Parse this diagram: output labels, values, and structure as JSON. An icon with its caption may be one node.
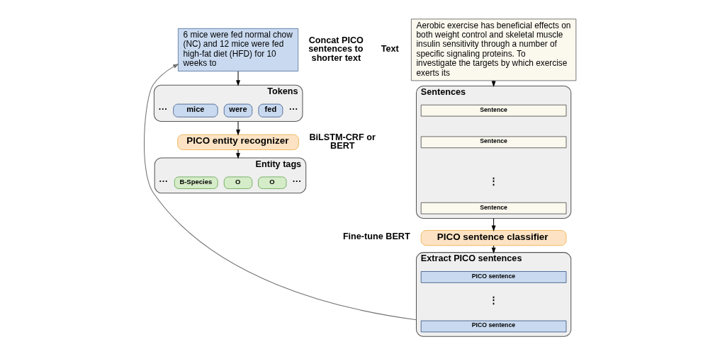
{
  "diagram": {
    "nodes": [
      {
        "text": [
          "Aerobic exercise has beneficial effects on both weight control and skeletal muscle insulin sensitivity through a number of specific signaling proteins. To investigate the targets by which exercise exerts its"
        ],
        "beside": [
          "Text"
        ]
      },
      {
        "text": [],
        "shape": "box",
        "beside": [
          "Sentences"
        ]
      },
      {
        "text": [
          "Sentence"
        ],
        "in": 1
      },
      {
        "text": [
          "Sentence"
        ],
        "in": 1
      },
      {
        "text": [
          "Sentence"
        ],
        "in": 1
      },
      {
        "text": [
          "PICO sentence classifier"
        ],
        "beside": [
          "Fine-tune BERT"
        ]
      },
      {
        "text": [],
        "shape": "box",
        "beside": [
          "Extract PICO sentences"
        ]
      },
      {
        "text": [
          "PICO sentence"
        ],
        "in": 6
      },
      {
        "text": [
          "PICO sentence"
        ],
        "in": 6
      },
      {
        "text": [
          "6 mice were fed normal chow (NC) and 12 mice were fed high-fat diet (HFD) for 10 weeks to"
        ],
        "beside": [
          "Concat PICO sentences to shorter text"
        ]
      },
      {
        "text": [],
        "shape": "box",
        "beside": [
          "Tokens"
        ]
      },
      {
        "text": [
          "mice"
        ],
        "in": 10
      },
      {
        "text": [
          "were"
        ],
        "in": 10
      },
      {
        "text": [
          "fed"
        ],
        "in": 10
      },
      {
        "text": [
          "PICO entity recognizer"
        ],
        "beside": [
          "BiLSTM-CRF or BERT"
        ]
      },
      {
        "text": [],
        "shape": "box",
        "beside": [
          "Entity tags"
        ]
      },
      {
        "text": [
          "B-Species"
        ],
        "in": 15
      },
      {
        "text": [
          "O"
        ],
        "in": 15
      },
      {
        "text": [
          "O"
        ],
        "in": 15
      }
    ],
    "edges": [
      {
        "from": 0,
        "to": 1,
        "arrow": "to"
      },
      {
        "from": 1,
        "to": 5,
        "arrow": "to"
      },
      {
        "from": 5,
        "to": 6,
        "arrow": "to"
      },
      {
        "from": 6,
        "to": 9,
        "arrow": "to",
        "color": "#707070"
      },
      {
        "from": 9,
        "to": 10,
        "arrow": "to"
      },
      {
        "from": 10,
        "to": 14,
        "arrow": "to"
      },
      {
        "from": 14,
        "to": 15,
        "arrow": "to"
      }
    ],
    "labels": [
      "⋮",
      "⋮",
      "···",
      "···",
      "···",
      "···"
    ]
  }
}
